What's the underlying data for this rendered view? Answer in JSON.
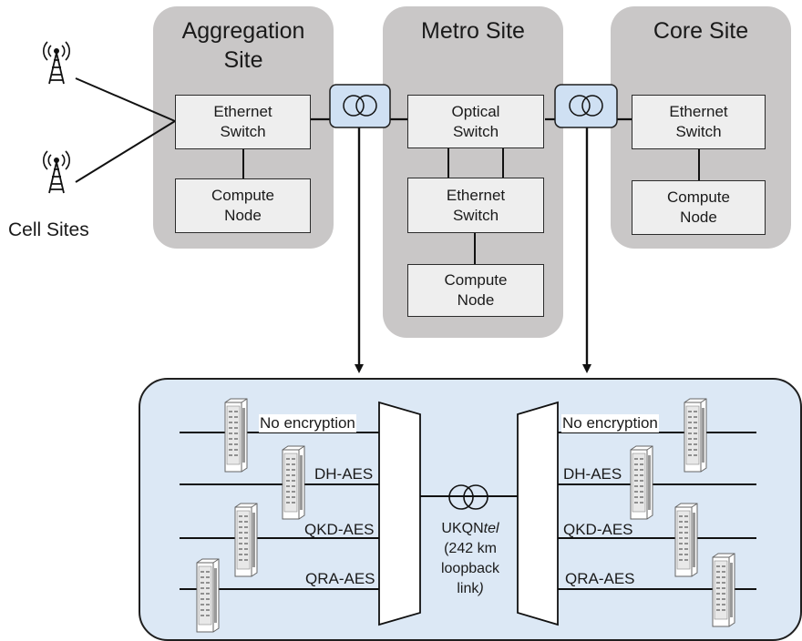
{
  "sites": {
    "aggregation": {
      "title": "Aggregation\nSite",
      "switch": "Ethernet\nSwitch",
      "compute": "Compute\nNode"
    },
    "metro": {
      "title": "Metro Site",
      "optical": "Optical\nSwitch",
      "switch": "Ethernet\nSwitch",
      "compute": "Compute\nNode"
    },
    "core": {
      "title": "Core Site",
      "switch": "Ethernet\nSwitch",
      "compute": "Compute\nNode"
    }
  },
  "cell_sites_label": "Cell Sites",
  "testbed": {
    "left_channels": [
      "No encryption",
      "DH-AES",
      "QKD-AES",
      "QRA-AES"
    ],
    "right_channels": [
      "No encryption",
      "DH-AES",
      "QKD-AES",
      "QRA-AES"
    ],
    "link": {
      "prefix": "UKQN",
      "italic": "tel",
      "line2": "(242 km",
      "line3": "loopback",
      "line4": "link",
      "close": ")"
    }
  },
  "colors": {
    "site_fill": "#c9c7c7",
    "testbed_fill": "#dce8f5",
    "spool_fill": "#cfe0f3",
    "box_fill": "#eeeeee"
  },
  "icons": [
    "cell-tower-icon",
    "fiber-spool-icon",
    "server-rack-icon",
    "mux-icon"
  ]
}
